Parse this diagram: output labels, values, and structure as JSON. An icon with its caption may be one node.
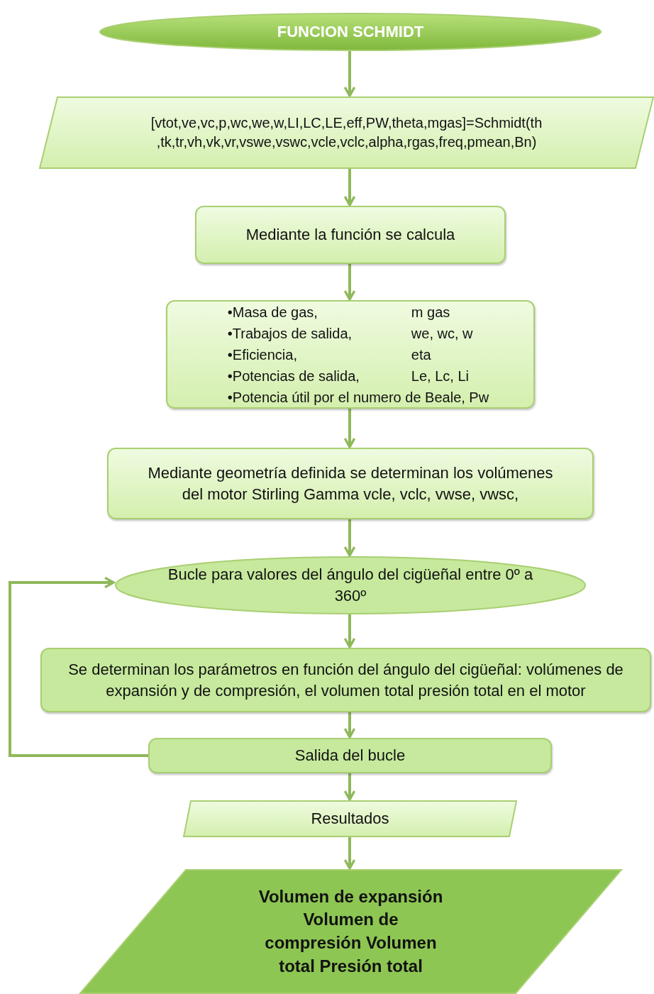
{
  "diagram": {
    "nodes": [
      {
        "text": [
          "FUNCION SCHMIDT"
        ]
      },
      {
        "text": [
          "[vtot,ve,vc,p,wc,we,w,LI,LC,LE,eff,PW,theta,mgas]=Schmidt(th ,tk,tr,vh,vk,vr,vswe,vswc,vcle,vclc,alpha,rgas,freq,pmean,Bn)"
        ]
      },
      {
        "text": [
          "Mediante la función se calcula"
        ]
      },
      {
        "text": [
          "•Masa de gas,",
          "m gas",
          "•Trabajos de salida,",
          "we, wc, w",
          "•Eficiencia,",
          "eta",
          "•Potencias de salida,",
          "Le, Lc, Li",
          "•Potencia útil por el numero de Beale, Pw"
        ]
      },
      {
        "text": [
          "Mediante geometría definida se determinan los volúmenes del motor Stirling Gamma vcle, vclc, vwse, vwsc,"
        ]
      },
      {
        "text": [
          "Bucle para valores del ángulo del cigüeñal entre 0º a 360º"
        ]
      },
      {
        "text": [
          "Se determinan los parámetros en función del ángulo del cigüeñal: volúmenes de expansión  y de compresión, el volumen total presión total en el motor"
        ]
      },
      {
        "text": [
          "Salida del bucle"
        ]
      },
      {
        "text": [
          "Resultados"
        ]
      },
      {
        "text": [
          "Volumen de expansión Volumen  de compresión Volumen total Presión total"
        ]
      }
    ],
    "edges": [
      {
        "from": 0,
        "to": 1,
        "arrow": "to"
      },
      {
        "from": 1,
        "to": 2,
        "arrow": "to"
      },
      {
        "from": 2,
        "to": 3,
        "arrow": "to"
      },
      {
        "from": 3,
        "to": 4,
        "arrow": "to"
      },
      {
        "from": 4,
        "to": 5,
        "arrow": "to"
      },
      {
        "from": 5,
        "to": 6,
        "arrow": "to"
      },
      {
        "from": 6,
        "to": 7,
        "arrow": "to"
      },
      {
        "from": 7,
        "to": 5,
        "arrow": "to"
      },
      {
        "from": 7,
        "to": 8,
        "arrow": "to"
      },
      {
        "from": 8,
        "to": 9,
        "arrow": "to"
      }
    ]
  }
}
